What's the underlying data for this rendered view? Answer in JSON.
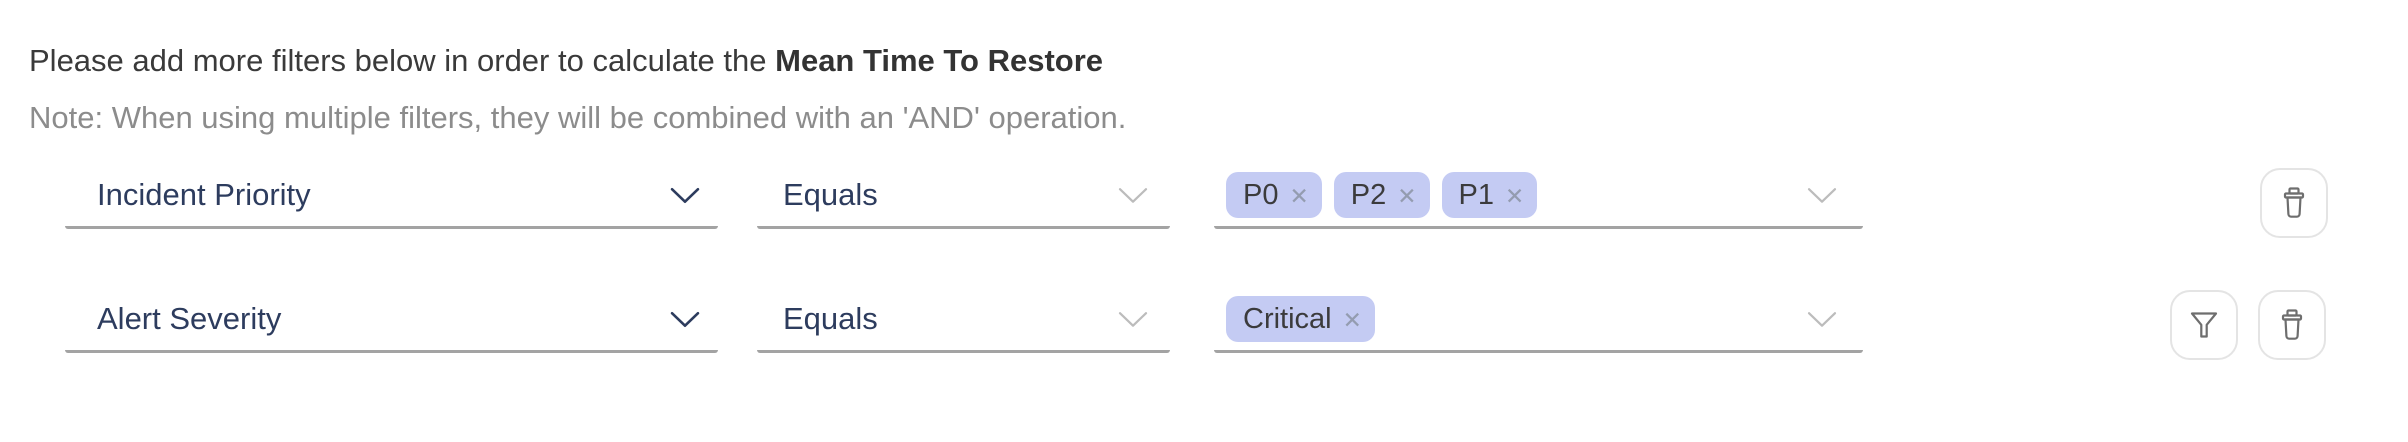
{
  "header": {
    "instruction_prefix": "Please add more filters below in order to calculate the ",
    "instruction_metric": "Mean Time To Restore",
    "note": "Note: When using multiple filters, they will be combined with an 'AND' operation."
  },
  "filter_rows": [
    {
      "attribute": "Incident Priority",
      "operator": "Equals",
      "values": [
        "P0",
        "P2",
        "P1"
      ]
    },
    {
      "attribute": "Alert Severity",
      "operator": "Equals",
      "values": [
        "Critical"
      ]
    }
  ],
  "icons": {
    "remove_value": "✕",
    "chevron_down": "chevron-down",
    "delete_row": "trash",
    "apply_filter": "funnel"
  },
  "colors": {
    "field_text_navy": "#2d3c5e",
    "tag_background": "#c4cbf3",
    "tag_text": "#3b3b3c",
    "header_text": "#3a3a3a",
    "note_text": "#8c8c8c",
    "underline_gray": "#a3a3a3",
    "chevron_gray": "#bcbcbc",
    "button_border": "#e4e4e4",
    "button_icon": "#6e6e6e"
  }
}
